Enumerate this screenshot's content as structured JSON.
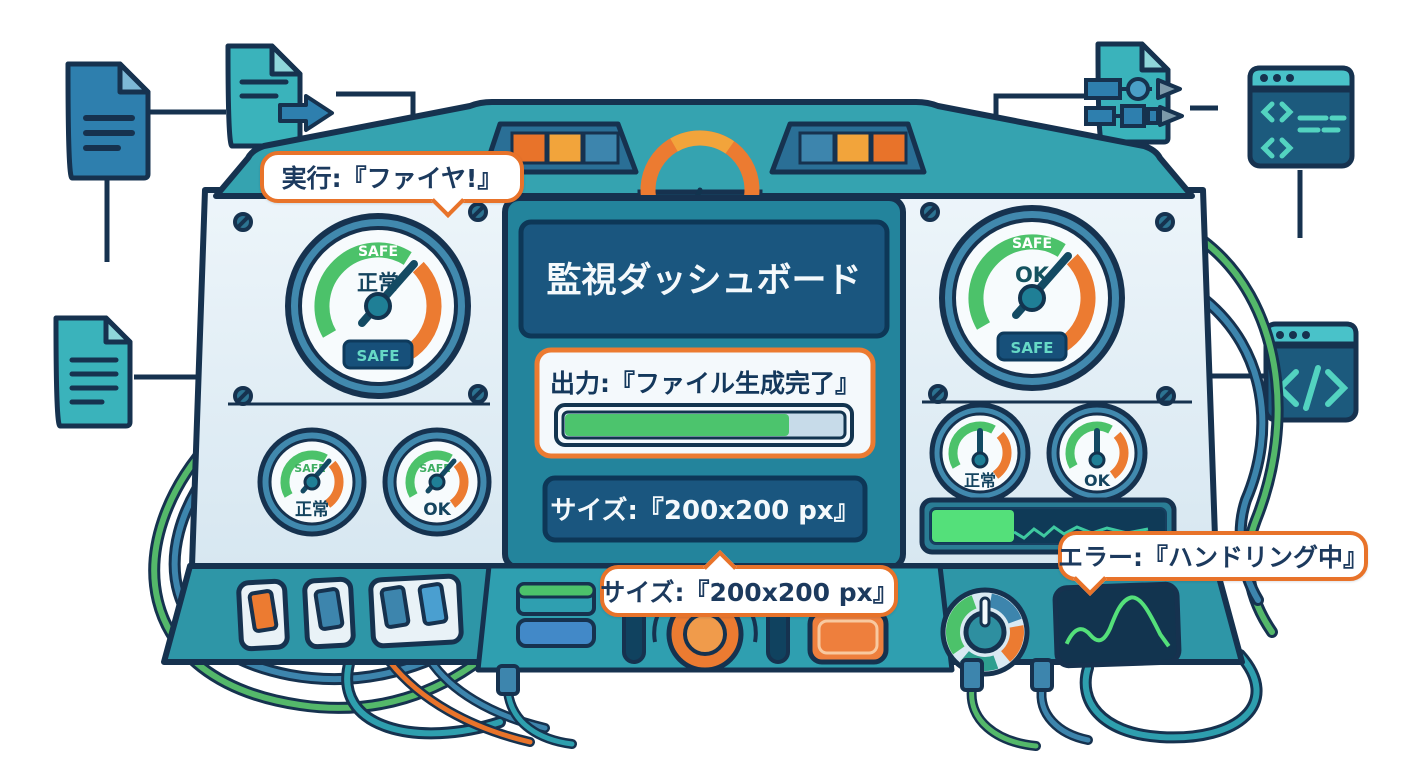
{
  "panel": {
    "title": "監視ダッシュボード",
    "output_label": "出力:『ファイル生成完了』",
    "size_label": "サイズ:『200x200 px』",
    "progress_percent": 80
  },
  "callouts": {
    "exec": {
      "text": "実行:『ファイヤ!』"
    },
    "size": {
      "text": "サイズ:『200x200 px』"
    },
    "error": {
      "text": "エラー:『ハンドリング中』"
    }
  },
  "gauges": {
    "left_large": {
      "top": "SAFE",
      "value": "正常",
      "badge": "SAFE"
    },
    "right_large": {
      "top": "SAFE",
      "value": "OK",
      "badge": "SAFE"
    },
    "left_small": [
      {
        "top": "SAFE",
        "label": "正常"
      },
      {
        "top": "SAFE",
        "label": "OK"
      }
    ],
    "right_small": [
      {
        "label": "正常"
      },
      {
        "label": "OK"
      }
    ]
  },
  "icons": [
    "document-icon",
    "document-export-icon",
    "document-lines-icon",
    "pipeline-doc-icon",
    "code-window-icon",
    "code-tag-window-icon",
    "screw-icon",
    "toggle-switch-icon",
    "knob-icon",
    "waveform-screen-icon",
    "gauge-icon"
  ],
  "colors": {
    "accent_orange": "#e8732a",
    "amber": "#f2a43b",
    "green": "#4cc26a",
    "bright_green": "#54e07a",
    "teal": "#2e96a7",
    "steel_blue": "#3d85ad",
    "navy": "#16324f",
    "panel_light": "#e4eff6",
    "box_navy": "#1a567f",
    "screen_navy": "#12344f",
    "badge_text_teal": "#66d9c6"
  }
}
